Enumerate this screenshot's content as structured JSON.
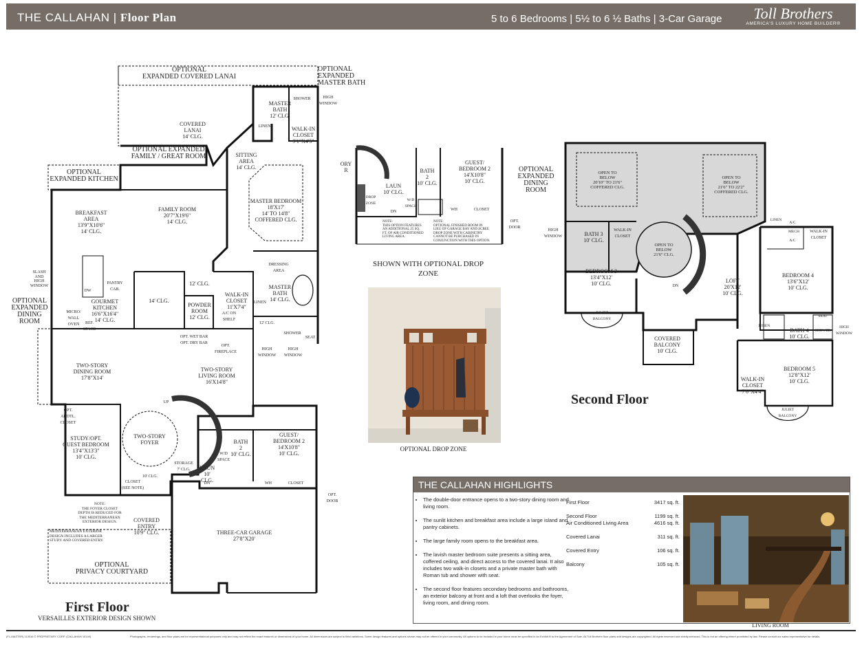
{
  "header": {
    "plan_name": "THE CALLAHAN",
    "separator": "|",
    "plan_type": "Floor Plan",
    "specs": "5 to 6 Bedrooms  | 5½ to 6 ½ Baths  |  3-Car Garage",
    "logo_name": "Toll Brothers",
    "logo_tagline": "AMERICA'S LUXURY HOME BUILDER®"
  },
  "colors": {
    "header_bg": "#756d66",
    "open_area": "#d8d8d8"
  },
  "first_floor": {
    "title": "First Floor",
    "subtitle": "VERSAILLES EXTERIOR DESIGN SHOWN",
    "rooms": {
      "opt_expanded_lanai": "OPTIONAL\nEXPANDED COVERED LANAI",
      "opt_expanded_master_bath": "OPTIONAL\nEXPANDED\nMASTER BATH",
      "covered_lanai": "COVERED\nLANAI\n14' CLG.",
      "opt_expanded_family": "OPTIONAL EXPANDED\nFAMILY / GREAT ROOM",
      "master_bath_top": "MASTER\nBATH\n12' CLG.",
      "shower_top": "SHOWER",
      "walk_in_closet_top": "WALK-IN\nCLOSET\n9'1\"X4'5\"",
      "linen_top": "LINEN",
      "high_window_top": "HIGH\nWINDOW",
      "sitting_area": "SITTING\nAREA\n14' CLG.",
      "opt_expanded_kitchen": "OPTIONAL\nEXPANDED KITCHEN",
      "breakfast_area": "BREAKFAST\nAREA\n13'9\"X10'6\"\n14' CLG.",
      "family_room": "FAMILY ROOM\n20'7\"X19'6\"\n14' CLG.",
      "master_bedroom": "MASTER BEDROOM\n18'X17'\n14' TO 14'8\" COFFERED CLG.",
      "slash_window": "SLASH\nAND\nHIGH\nWINDOW",
      "dw": "DW",
      "pantry": "PANTRY\nCAB.",
      "opt_expanded_dining": "OPTIONAL\nEXPANDED\nDINING\nROOM",
      "gourmet_kitchen": "GOURMET\nKITCHEN\n16'6\"X16'4\"\n14' CLG.",
      "micro_wall": "MICRO/\nWALL\nOVEN",
      "ref_space": "REF.\nSPACE",
      "clg_14": "14' CLG.",
      "clg_12": "12' CLG.",
      "powder_room": "POWDER\nROOM\n12' CLG.",
      "walk_in_closet_mid": "WALK-IN\nCLOSET\n11'X7'4\"",
      "ac_shelf": "A/C ON\nSHELF",
      "dressing_area": "DRESSING\nAREA",
      "master_bath_mid": "MASTER\nBATH\n14' CLG.",
      "linen_mid": "LINEN",
      "clg_12_b": "12' CLG.",
      "shower_bottom": "SHOWER",
      "seat": "SEAT",
      "opt_wet_bar": "OPT. WET BAR\nOPT. DRY BAR",
      "opt_fireplace": "OPT.\nFIREPLACE",
      "high_window_a": "HIGH\nWINDOW",
      "high_window_b": "HIGH\nWINDOW",
      "dining_room": "TWO-STORY\nDINING ROOM\n17'8\"X14'",
      "living_room": "TWO-STORY\nLIVING ROOM\n16'X14'8\"",
      "opt_addl_closet": "OPT.\nADDTL.\nCLOSET",
      "study": "STUDY/OPT.\nGUEST BEDROOM\n13'4\"X13'3\"\n10' CLG.",
      "foyer": "TWO-STORY\nFOYER",
      "up": "UP",
      "bath2": "BATH\n2\n10' CLG.",
      "wd_space": "W/D\nSPACE",
      "guest_bedroom2": "GUEST/\nBEDROOM 2\n14'X10'8\"\n10' CLG.",
      "storage": "STORAGE\n7' CLG.",
      "laun": "LAUN\n10' CLG.",
      "clg_10": "10' CLG.",
      "closet_note": "CLOSET\n(SEE NOTE)",
      "dn": "DN",
      "wh": "WH",
      "closet": "CLOSET",
      "opt_door": "OPT.\nDOOR",
      "note": "NOTE:\nTHE FOYER CLOSET\nDEPTH IS REDUCED FOR\nTHE MEDITERRANEAN\nEXTERIOR DESIGN.",
      "covered_entry": "COVERED\nENTRY\n10'9\" CLG.",
      "med_note": "MEDITERRANEAN EXTERIOR\nDESIGN INCLUDES A LARGER\nSTUDY AND COVERED ENTRY.",
      "garage": "THREE-CAR GARAGE\n27'8\"X20'",
      "privacy_courtyard": "OPTIONAL\nPRIVACY COURTYARD"
    }
  },
  "drop_zone_plan": {
    "caption": "SHOWN WITH OPTIONAL\nDROP ZONE",
    "labels": {
      "ory": "ORY\nR",
      "bath": "BATH\n2\n10' CLG.",
      "guest": "GUEST/\nBEDROOM 2\n14'X10'8\"\n10' CLG.",
      "laun": "LAUN\n10' CLG.",
      "drop_zone": "DROP\nZONE",
      "wd": "W/D\nSPACE",
      "wh": "WH",
      "closet": "CLOSET",
      "dn": "DN",
      "opt_door": "OPT.\nDOOR",
      "note1": "NOTE:\nTHIS OPTION FEATURES\nAN ADDITIONAL 25 SQ.\nFT. OF AIR CONDITIONED\nLIVING AREA.",
      "note2": "NOTE:\nOPTIONAL FINISHED ROOM IN\nLIEU OF GARAGE BAY AND SCREE\nDROP ZONE WITH CABINETRY\nCANNOT BE PURCHASED IN\nCONJUNCTION WITH THIS OPTION."
    }
  },
  "drop_zone_photo": {
    "caption": "OPTIONAL DROP ZONE"
  },
  "second_floor": {
    "title": "Second Floor",
    "rooms": {
      "opt_expanded_dining": "OPTIONAL\nEXPANDED\nDINING\nROOM",
      "open_below_1": "OPEN TO\nBELOW\n20'10\" TO 21'6\"\nCOFFERED CLG.",
      "open_below_2": "OPEN TO\nBELOW\n21'6\" TO 22'2\"\nCOFFERED CLG.",
      "open_below_3": "OPEN TO\nBELOW\n21'6\" CLG.",
      "high_window_left": "HIGH\nWINDOW",
      "bath3": "BATH 3\n10' CLG.",
      "walk_in_3": "WALK-IN\nCLOSET",
      "bedroom3": "BEDROOM 3\n13'4\"X12'\n10' CLG.",
      "juliet_1": "JULIET\nBALCONY",
      "dn": "DN",
      "loft": "LOFT\n20'X12'\n10' CLG.",
      "covered_balcony": "COVERED\nBALCONY\n10' CLG.",
      "linen": "LINEN",
      "ac1": "A/C",
      "mech": "MECH",
      "ac2": "A/C",
      "walk_in_4": "WALK-IN\nCLOSET",
      "bedroom4": "BEDROOM 4\n13'6\"X12'\n10' CLG.",
      "linen2": "LINEN",
      "bath4": "BATH 4\n10' CLG.",
      "shower": "SHOWER",
      "seat": "SEAT",
      "high_window_right": "HIGH\nWINDOW",
      "walk_in_5": "WALK-IN\nCLOSET\n7'6\"X4'4\"",
      "bedroom5": "BEDROOM 5\n12'8\"X12'\n10' CLG.",
      "juliet_2": "JULIET\nBALCONY"
    }
  },
  "highlights": {
    "title": "THE CALLAHAN HIGHLIGHTS",
    "bullets": [
      "The double-door entrance opens to a two-story dining room and living room.",
      "The sunlit kitchen and breakfast area include a large island and pantry cabinets.",
      "The large family room opens to the breakfast area.",
      "The lavish master bedroom suite presents a sitting area, coffered ceiling, and direct access to the covered lanai.  It also includes two walk-in closets and a private master bath with Roman tub and shower with seat.",
      "The second floor features secondary bedrooms and bathrooms, an exterior balcony at front and a loft that overlooks the foyer, living room, and dining room."
    ],
    "stats": [
      {
        "label": "First Floor",
        "value": "3417 sq. ft."
      },
      {
        "label": "Second Floor",
        "value": "1199 sq. ft."
      },
      {
        "label": "Air Conditioned Living Area",
        "value": "4616 sq. ft."
      },
      {
        "label": "Covered Lanai",
        "value": "311 sq. ft."
      },
      {
        "label": "Covered Entry",
        "value": "106 sq. ft."
      },
      {
        "label": "Balcony",
        "value": "105 sq. ft."
      }
    ],
    "photo_caption": "LIVING ROOM"
  },
  "footer": {
    "code": "(FL-MASTER) 113016 © PROPRIETARY CORP. (CALLAHAN 10140)",
    "legal": "Photographs, renderings, and floor plans are for representational purposes only and may not reflect the exact features or dimensions of your home. All dimensions are subject to field variations. Some design features and options shown may not be offered in your community. All options to be included in your home must be specified in an Exhibit B to the Agreement of Sale. All Toll Brothers floor plans and designs are copyrighted. All rights reserved and strictly enforced. This is not an offering where prohibited by law. Please consult our sales representative for details."
  }
}
